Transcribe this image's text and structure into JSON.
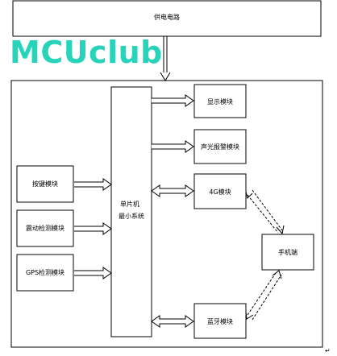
{
  "watermark": {
    "text": "MCUclub",
    "color": "#27d3b9"
  },
  "diagram": {
    "power_supply": "供电电路",
    "mcu_line1": "单片机",
    "mcu_line2": "最小系统",
    "display": "显示模块",
    "alarm": "声光报警模块",
    "gsm": "4G模块",
    "phone": "手机端",
    "bluetooth": "蓝牙模块",
    "keypad": "按键模块",
    "vibration": "震动检测模块",
    "gps": "GPS检测模块",
    "corner_mark": "↵"
  }
}
